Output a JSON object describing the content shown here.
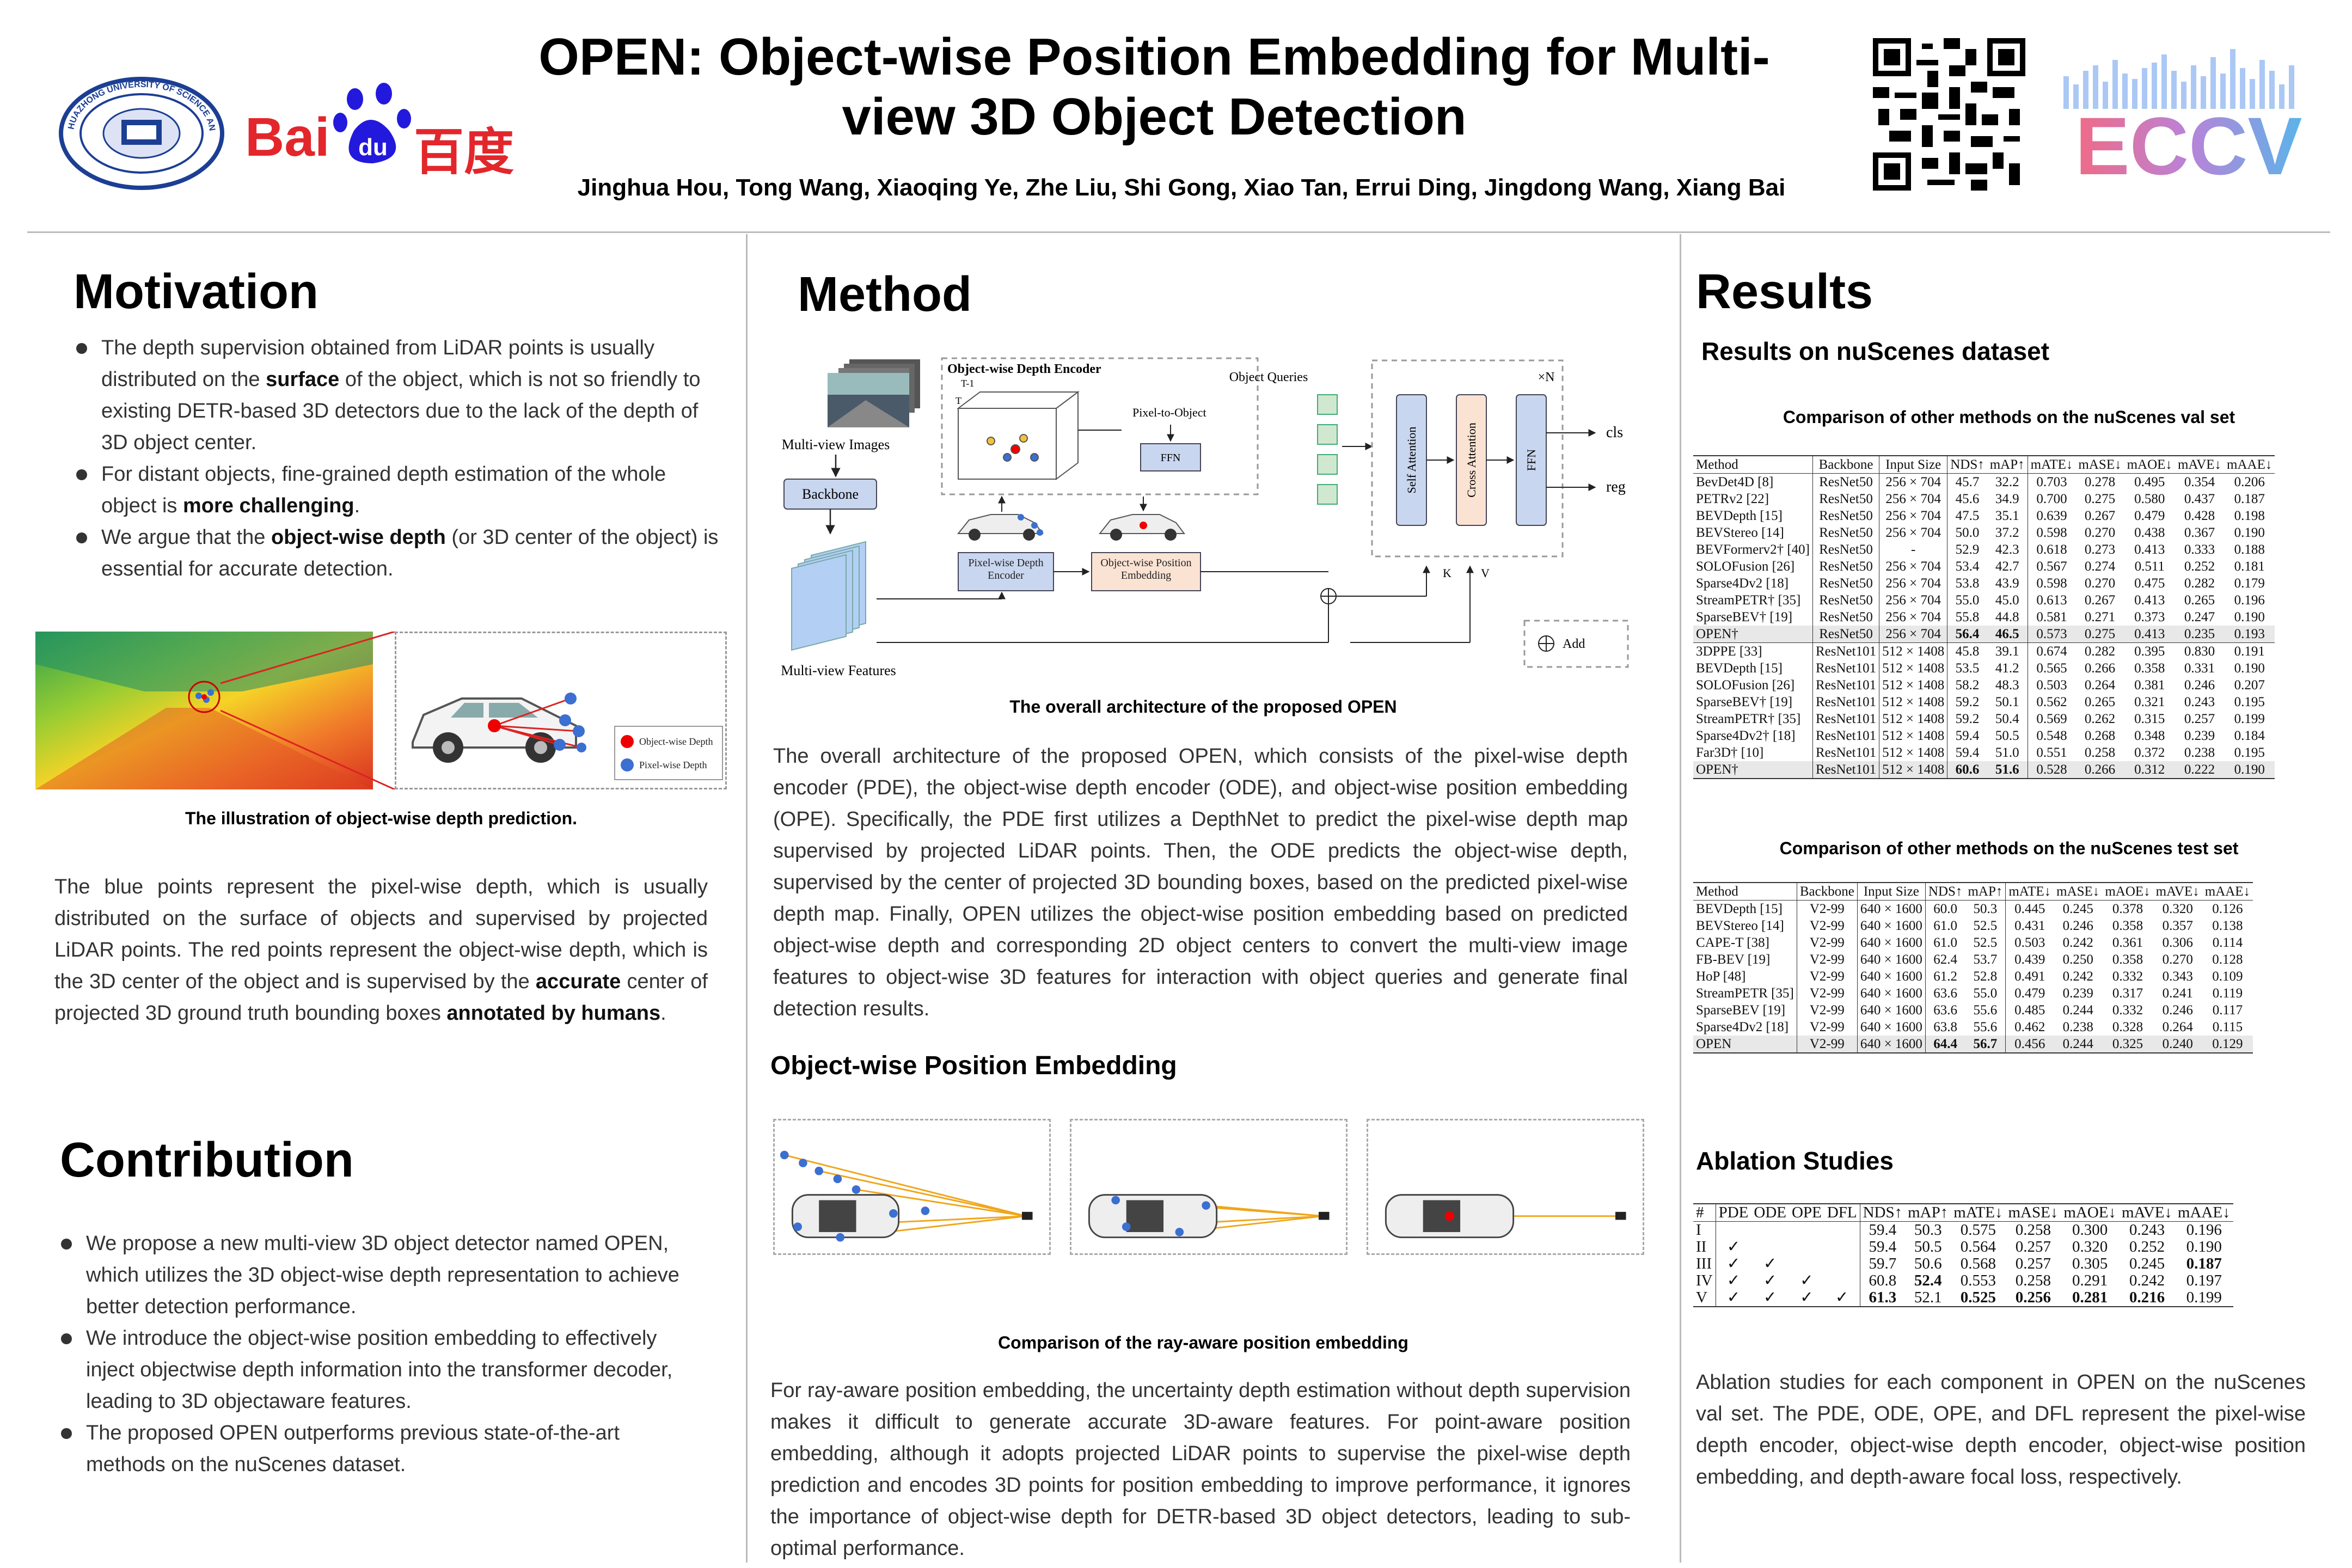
{
  "header": {
    "title": "OPEN: Object-wise Position Embedding for Multi-view 3D Object Detection",
    "authors": "Jinghua Hou, Tong Wang, Xiaoqing Ye, Zhe Liu, Shi Gong, Xiao Tan, Errui Ding, Jingdong Wang, Xiang Bai",
    "logo_baidu_latin": "Bai",
    "logo_baidu_du": "du",
    "logo_baidu_cn": "百度",
    "logo_eccv": "ECCV",
    "logo_hust_text": "HUAZHONG UNIVERSITY OF SCIENCE AND TECHNOLOGY"
  },
  "motivation": {
    "heading": "Motivation",
    "bullets": [
      {
        "pre": "The depth supervision obtained from LiDAR points is usually distributed on the ",
        "bold": "surface",
        "post": " of the object, which is not so friendly to existing DETR-based 3D detectors due to the lack of the depth of 3D object center."
      },
      {
        "pre": "For distant objects, fine-grained depth estimation of the whole object is ",
        "bold": "more challenging",
        "post": "."
      },
      {
        "pre": "We argue that the ",
        "bold": "object-wise depth",
        "post": " (or 3D center of the object) is essential for accurate detection."
      }
    ],
    "legend_red": "Object-wise Depth",
    "legend_blue": "Pixel-wise Depth",
    "figure_caption": "The illustration of object-wise depth prediction.",
    "para": {
      "p1": "The blue points represent the pixel-wise depth, which is usually distributed on the surface of objects and supervised by projected LiDAR points. The red points represent the object-wise depth, which is the 3D center of the object and is supervised by the ",
      "b1": "accurate",
      "p2": " center of projected 3D ground truth bounding boxes ",
      "b2": "annotated by humans",
      "p3": "."
    }
  },
  "contribution": {
    "heading": "Contribution",
    "bullets": [
      "We propose a new multi-view 3D object detector named OPEN, which utilizes the 3D object-wise depth representation to achieve better detection performance.",
      "We introduce the object-wise position embedding to effectively inject objectwise depth information into the transformer decoder, leading to 3D objectaware features.",
      "The proposed OPEN outperforms previous state-of-the-art methods on the nuScenes dataset."
    ]
  },
  "method": {
    "heading": "Method",
    "diagram": {
      "multi_view_images": "Multi-view Images",
      "backbone": "Backbone",
      "multi_view_features": "Multi-view Features",
      "ode_title": "Object-wise Depth Encoder",
      "t_minus_1": "T-1",
      "t": "T",
      "pixel_to_object": "Pixel-to-Object",
      "ffn": "FFN",
      "pde": "Pixel-wise Depth Encoder",
      "ope": "Object-wise Position Embedding",
      "object_queries": "Object Queries",
      "times_n": "×N",
      "self_attention": "Self Attention",
      "cross_attention": "Cross Attention",
      "ffn2": "FFN",
      "cls": "cls",
      "reg": "reg",
      "k": "K",
      "v": "V",
      "add": "Add"
    },
    "arch_caption": "The overall architecture of the proposed OPEN",
    "arch_para": "The overall architecture of the proposed OPEN, which consists of the pixel-wise depth encoder (PDE), the object-wise depth encoder (ODE), and object-wise position embedding (OPE). Specifically, the PDE first utilizes a DepthNet to predict the pixel-wise depth map supervised by projected LiDAR points. Then, the ODE predicts the object-wise depth, supervised by the center of projected 3D bounding boxes, based on the predicted pixel-wise depth map. Finally, OPEN utilizes the object-wise position embedding based on predicted object-wise depth and corresponding 2D object centers to convert the multi-view image features to object-wise 3D features for interaction with object queries and generate final detection results.",
    "ope_heading": "Object-wise Position Embedding",
    "ray_caption": "Comparison of the ray-aware position embedding",
    "ray_para": "For ray-aware position embedding, the uncertainty depth estimation without depth supervision makes it difficult to generate accurate 3D-aware features. For point-aware position embedding, although it adopts projected LiDAR points to supervise the pixel-wise depth prediction and encodes 3D points for position embedding to improve performance, it ignores the importance of object-wise depth for DETR-based 3D object detectors, leading to sub-optimal performance."
  },
  "results": {
    "heading": "Results",
    "nuscenes_heading": "Results on nuScenes dataset",
    "val_caption": "Comparison of other methods on the nuScenes val set",
    "val_headers": [
      "Method",
      "Backbone",
      "Input Size",
      "NDS↑",
      "mAP↑",
      "mATE↓",
      "mASE↓",
      "mAOE↓",
      "mAVE↓",
      "mAAE↓"
    ],
    "val_rows_r50": [
      [
        "BevDet4D [8]",
        "ResNet50",
        "256 × 704",
        "45.7",
        "32.2",
        "0.703",
        "0.278",
        "0.495",
        "0.354",
        "0.206"
      ],
      [
        "PETRv2 [22]",
        "ResNet50",
        "256 × 704",
        "45.6",
        "34.9",
        "0.700",
        "0.275",
        "0.580",
        "0.437",
        "0.187"
      ],
      [
        "BEVDepth [15]",
        "ResNet50",
        "256 × 704",
        "47.5",
        "35.1",
        "0.639",
        "0.267",
        "0.479",
        "0.428",
        "0.198"
      ],
      [
        "BEVStereo [14]",
        "ResNet50",
        "256 × 704",
        "50.0",
        "37.2",
        "0.598",
        "0.270",
        "0.438",
        "0.367",
        "0.190"
      ],
      [
        "BEVFormerv2† [40]",
        "ResNet50",
        "-",
        "52.9",
        "42.3",
        "0.618",
        "0.273",
        "0.413",
        "0.333",
        "0.188"
      ],
      [
        "SOLOFusion [26]",
        "ResNet50",
        "256 × 704",
        "53.4",
        "42.7",
        "0.567",
        "0.274",
        "0.511",
        "0.252",
        "0.181"
      ],
      [
        "Sparse4Dv2 [18]",
        "ResNet50",
        "256 × 704",
        "53.8",
        "43.9",
        "0.598",
        "0.270",
        "0.475",
        "0.282",
        "0.179"
      ],
      [
        "StreamPETR† [35]",
        "ResNet50",
        "256 × 704",
        "55.0",
        "45.0",
        "0.613",
        "0.267",
        "0.413",
        "0.265",
        "0.196"
      ],
      [
        "SparseBEV† [19]",
        "ResNet50",
        "256 × 704",
        "55.8",
        "44.8",
        "0.581",
        "0.271",
        "0.373",
        "0.247",
        "0.190"
      ],
      [
        "OPEN†",
        "ResNet50",
        "256 × 704",
        "56.4",
        "46.5",
        "0.573",
        "0.275",
        "0.413",
        "0.235",
        "0.193"
      ]
    ],
    "val_rows_r101": [
      [
        "3DPPE [33]",
        "ResNet101",
        "512 × 1408",
        "45.8",
        "39.1",
        "0.674",
        "0.282",
        "0.395",
        "0.830",
        "0.191"
      ],
      [
        "BEVDepth [15]",
        "ResNet101",
        "512 × 1408",
        "53.5",
        "41.2",
        "0.565",
        "0.266",
        "0.358",
        "0.331",
        "0.190"
      ],
      [
        "SOLOFusion [26]",
        "ResNet101",
        "512 × 1408",
        "58.2",
        "48.3",
        "0.503",
        "0.264",
        "0.381",
        "0.246",
        "0.207"
      ],
      [
        "SparseBEV† [19]",
        "ResNet101",
        "512 × 1408",
        "59.2",
        "50.1",
        "0.562",
        "0.265",
        "0.321",
        "0.243",
        "0.195"
      ],
      [
        "StreamPETR† [35]",
        "ResNet101",
        "512 × 1408",
        "59.2",
        "50.4",
        "0.569",
        "0.262",
        "0.315",
        "0.257",
        "0.199"
      ],
      [
        "Sparse4Dv2† [18]",
        "ResNet101",
        "512 × 1408",
        "59.4",
        "50.5",
        "0.548",
        "0.268",
        "0.348",
        "0.239",
        "0.184"
      ],
      [
        "Far3D† [10]",
        "ResNet101",
        "512 × 1408",
        "59.4",
        "51.0",
        "0.551",
        "0.258",
        "0.372",
        "0.238",
        "0.195"
      ],
      [
        "OPEN†",
        "ResNet101",
        "512 × 1408",
        "60.6",
        "51.6",
        "0.528",
        "0.266",
        "0.312",
        "0.222",
        "0.190"
      ]
    ],
    "test_caption": "Comparison of other methods on the nuScenes test set",
    "test_headers": [
      "Method",
      "Backbone",
      "Input Size",
      "NDS↑",
      "mAP↑",
      "mATE↓",
      "mASE↓",
      "mAOE↓",
      "mAVE↓",
      "mAAE↓"
    ],
    "test_rows": [
      [
        "BEVDepth [15]",
        "V2-99",
        "640 × 1600",
        "60.0",
        "50.3",
        "0.445",
        "0.245",
        "0.378",
        "0.320",
        "0.126"
      ],
      [
        "BEVStereo [14]",
        "V2-99",
        "640 × 1600",
        "61.0",
        "52.5",
        "0.431",
        "0.246",
        "0.358",
        "0.357",
        "0.138"
      ],
      [
        "CAPE-T [38]",
        "V2-99",
        "640 × 1600",
        "61.0",
        "52.5",
        "0.503",
        "0.242",
        "0.361",
        "0.306",
        "0.114"
      ],
      [
        "FB-BEV [19]",
        "V2-99",
        "640 × 1600",
        "62.4",
        "53.7",
        "0.439",
        "0.250",
        "0.358",
        "0.270",
        "0.128"
      ],
      [
        "HoP [48]",
        "V2-99",
        "640 × 1600",
        "61.2",
        "52.8",
        "0.491",
        "0.242",
        "0.332",
        "0.343",
        "0.109"
      ],
      [
        "StreamPETR [35]",
        "V2-99",
        "640 × 1600",
        "63.6",
        "55.0",
        "0.479",
        "0.239",
        "0.317",
        "0.241",
        "0.119"
      ],
      [
        "SparseBEV [19]",
        "V2-99",
        "640 × 1600",
        "63.6",
        "55.6",
        "0.485",
        "0.244",
        "0.332",
        "0.246",
        "0.117"
      ],
      [
        "Sparse4Dv2 [18]",
        "V2-99",
        "640 × 1600",
        "63.8",
        "55.6",
        "0.462",
        "0.238",
        "0.328",
        "0.264",
        "0.115"
      ],
      [
        "OPEN",
        "V2-99",
        "640 × 1600",
        "64.4",
        "56.7",
        "0.456",
        "0.244",
        "0.325",
        "0.240",
        "0.129"
      ]
    ],
    "ablation_heading": "Ablation Studies",
    "ablation_headers": [
      "#",
      "PDE",
      "ODE",
      "OPE",
      "DFL",
      "NDS↑",
      "mAP↑",
      "mATE↓",
      "mASE↓",
      "mAOE↓",
      "mAVE↓",
      "mAAE↓"
    ],
    "ablation_rows": [
      [
        "I",
        "",
        "",
        "",
        "",
        "59.4",
        "50.3",
        "0.575",
        "0.258",
        "0.300",
        "0.243",
        "0.196"
      ],
      [
        "II",
        "✓",
        "",
        "",
        "",
        "59.4",
        "50.5",
        "0.564",
        "0.257",
        "0.320",
        "0.252",
        "0.190"
      ],
      [
        "III",
        "✓",
        "✓",
        "",
        "",
        "59.7",
        "50.6",
        "0.568",
        "0.257",
        "0.305",
        "0.245",
        "0.187"
      ],
      [
        "IV",
        "✓",
        "✓",
        "✓",
        "",
        "60.8",
        "52.4",
        "0.553",
        "0.258",
        "0.291",
        "0.242",
        "0.197"
      ],
      [
        "V",
        "✓",
        "✓",
        "✓",
        "✓",
        "61.3",
        "52.1",
        "0.525",
        "0.256",
        "0.281",
        "0.216",
        "0.199"
      ]
    ],
    "ablation_para": "Ablation studies for each component in OPEN on the nuScenes val set. The PDE, ODE, OPE, and DFL represent the pixel-wise depth encoder, object-wise depth encoder, object-wise position embedding, and depth-aware focal loss, respectively."
  }
}
